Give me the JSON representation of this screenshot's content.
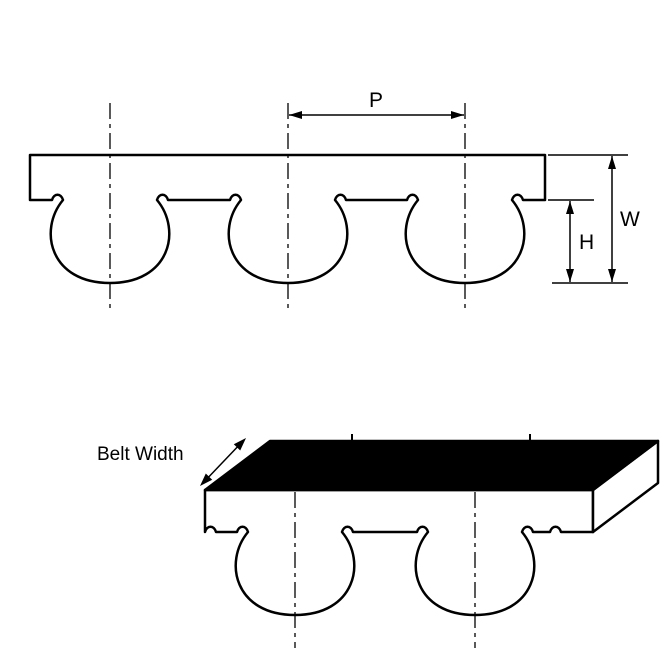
{
  "figure": {
    "background": "#ffffff",
    "line_color": "#000000",
    "belt_fill": "#ffffff",
    "top_face_color": "#000000"
  },
  "dimensions": {
    "pitch_label": "P",
    "overall_width_label": "W",
    "tooth_height_label": "H",
    "belt_width_label": "Belt Width"
  }
}
